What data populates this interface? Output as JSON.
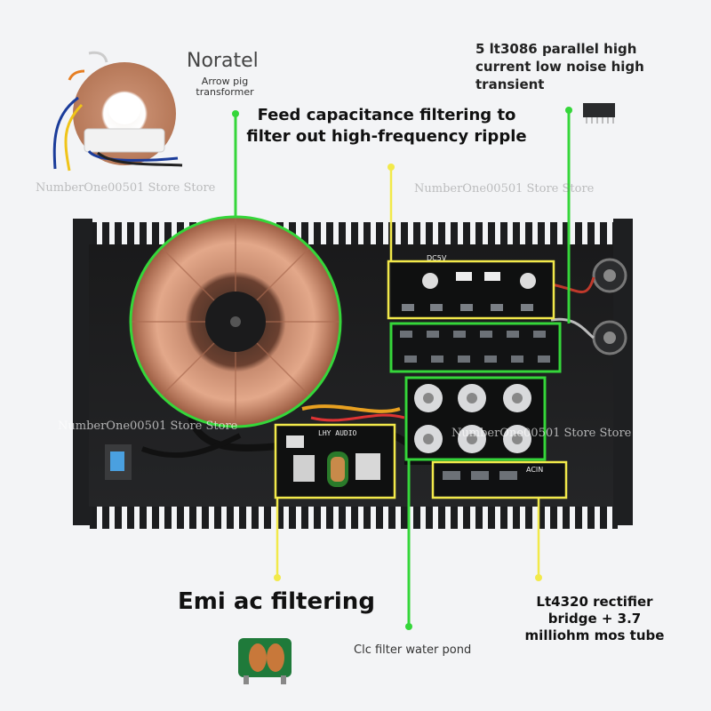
{
  "labels": {
    "brand": "Noratel",
    "transformer_sub": "Arrow pig transformer",
    "chip_note": "5 lt3086 parallel high current low noise high transient",
    "feed_note": "Feed capacitance filtering to filter out high-frequency ripple",
    "emi": "Emi ac filtering",
    "clc": "Clc filter water pond",
    "rectifier": "Lt4320 rectifier bridge + 3.7 milliohm mos tube"
  },
  "board_text": {
    "lhy": "LHY AUDIO",
    "acin": "ACIN",
    "dc": "DC5V"
  },
  "watermark": "NumberOne00501 Store Store",
  "colors": {
    "green_line": "#35d63a",
    "yellow_line": "#f2e94a",
    "chassis": "#1c1d1f",
    "copper": "#c98a6a"
  }
}
